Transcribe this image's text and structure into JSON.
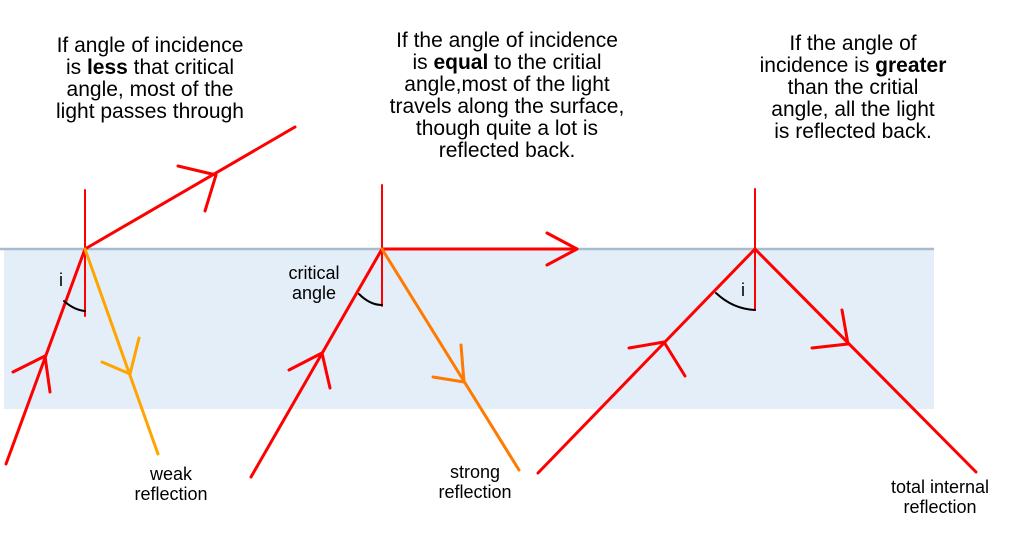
{
  "captions": {
    "less": {
      "line1": "If angle of incidence",
      "line2_pre": "is ",
      "line2_bold": "less",
      "line2_post": " that critical",
      "line3": "angle, most of the",
      "line4": "light passes through"
    },
    "equal": {
      "line1": "If the angle of incidence",
      "line2_pre": "is ",
      "line2_bold": "equal",
      "line2_post": " to the critial",
      "line3": "angle,most of the light",
      "line4": "travels along the surface,",
      "line5": "though quite a lot is",
      "line6": "reflected back."
    },
    "greater": {
      "line1": "If the angle of",
      "line2_pre": "incidence is ",
      "line2_bold": "greater",
      "line3": "than the critial",
      "line4": "angle, all the light",
      "line5": "is reflected back."
    }
  },
  "labels": {
    "angle_i_1": "i",
    "critical_angle_1": "critical",
    "critical_angle_2": "angle",
    "angle_i_3": "i",
    "weak_1": "weak",
    "weak_2": "reflection",
    "strong_1": "strong",
    "strong_2": "reflection",
    "total_1": "total internal",
    "total_2": "reflection"
  },
  "colors": {
    "medium": "#e3eef9",
    "surface": "#a9bccd",
    "ray": "#ff0000",
    "weak_ray": "#ffa500",
    "strong_ray": "#ff7a00",
    "normal": "#ff0000",
    "arc": "#000000"
  }
}
